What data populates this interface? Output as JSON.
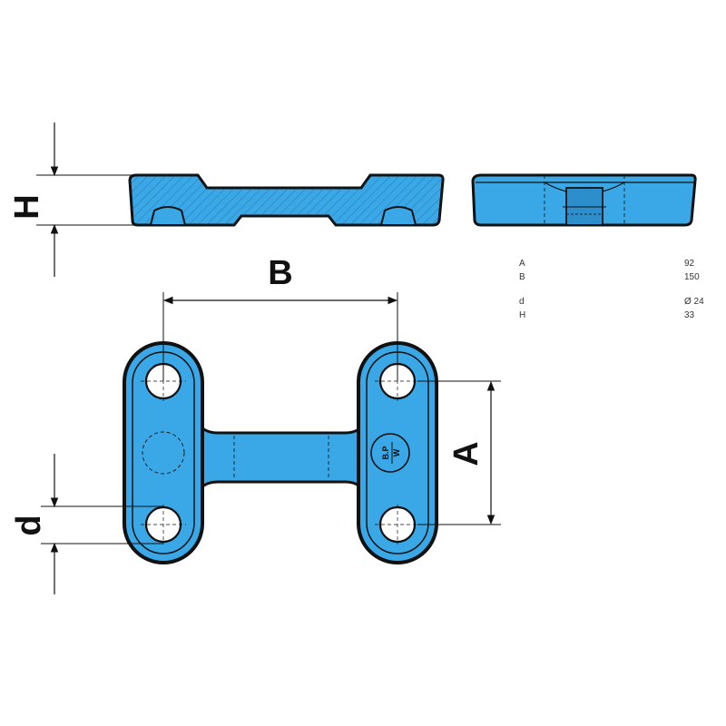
{
  "dimension_labels": {
    "H": "H",
    "B": "B",
    "A": "A",
    "d": "d"
  },
  "specs": [
    {
      "key": "A",
      "value": "92"
    },
    {
      "key": "B",
      "value": "150"
    },
    {
      "key": "d",
      "value": "Ø 24"
    },
    {
      "key": "H",
      "value": "33"
    }
  ],
  "stamp": {
    "line1": "B.P",
    "line2": "W"
  },
  "colors": {
    "part_fill": "#3aa8e6",
    "outline": "#111111",
    "hole": "#ffffff"
  }
}
